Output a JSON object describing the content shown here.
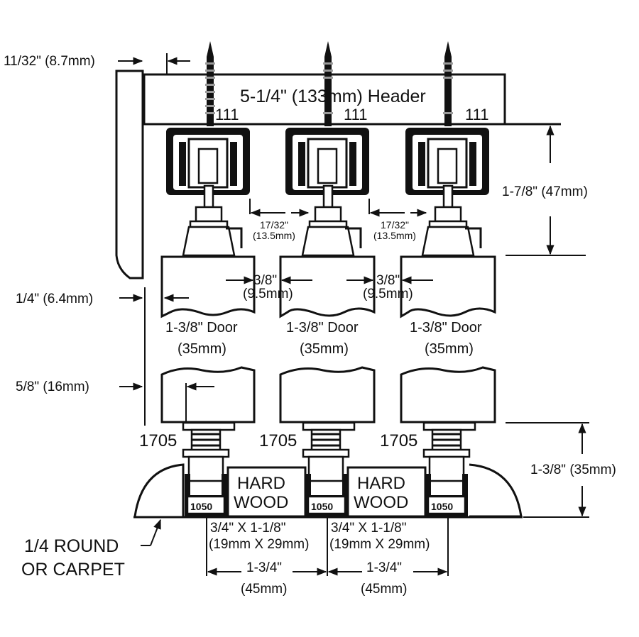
{
  "diagram": {
    "header_label": "5-1/4\" (133mm) Header",
    "hanger_part": "111",
    "guide_part": "1705",
    "floor_track_part": "1050",
    "hardwood_line1": "HARD",
    "hardwood_line2": "WOOD",
    "door_label_line1": "1-3/8\" Door",
    "door_label_line2": "(35mm)",
    "dims": {
      "top_offset": "11/32\" (8.7mm)",
      "hanger_height": "1-7/8\" (47mm)",
      "track_gap_in": "17/32\"",
      "track_gap_mm": "(13.5mm)",
      "door_overlap_in": "3/8\"",
      "door_overlap_mm": "(9.5mm)",
      "door_gap": "1/4\" (6.4mm)",
      "guide_inset": "5/8\" (16mm)",
      "bottom_height": "1-3/8\" (35mm)",
      "spacer_in": "3/4\" X 1-1/8\"",
      "spacer_mm": "(19mm X 29mm)",
      "track_spacing_in": "1-3/4\"",
      "track_spacing_mm": "(45mm)"
    },
    "floor_label_line1": "1/4 ROUND",
    "floor_label_line2": "OR CARPET"
  }
}
